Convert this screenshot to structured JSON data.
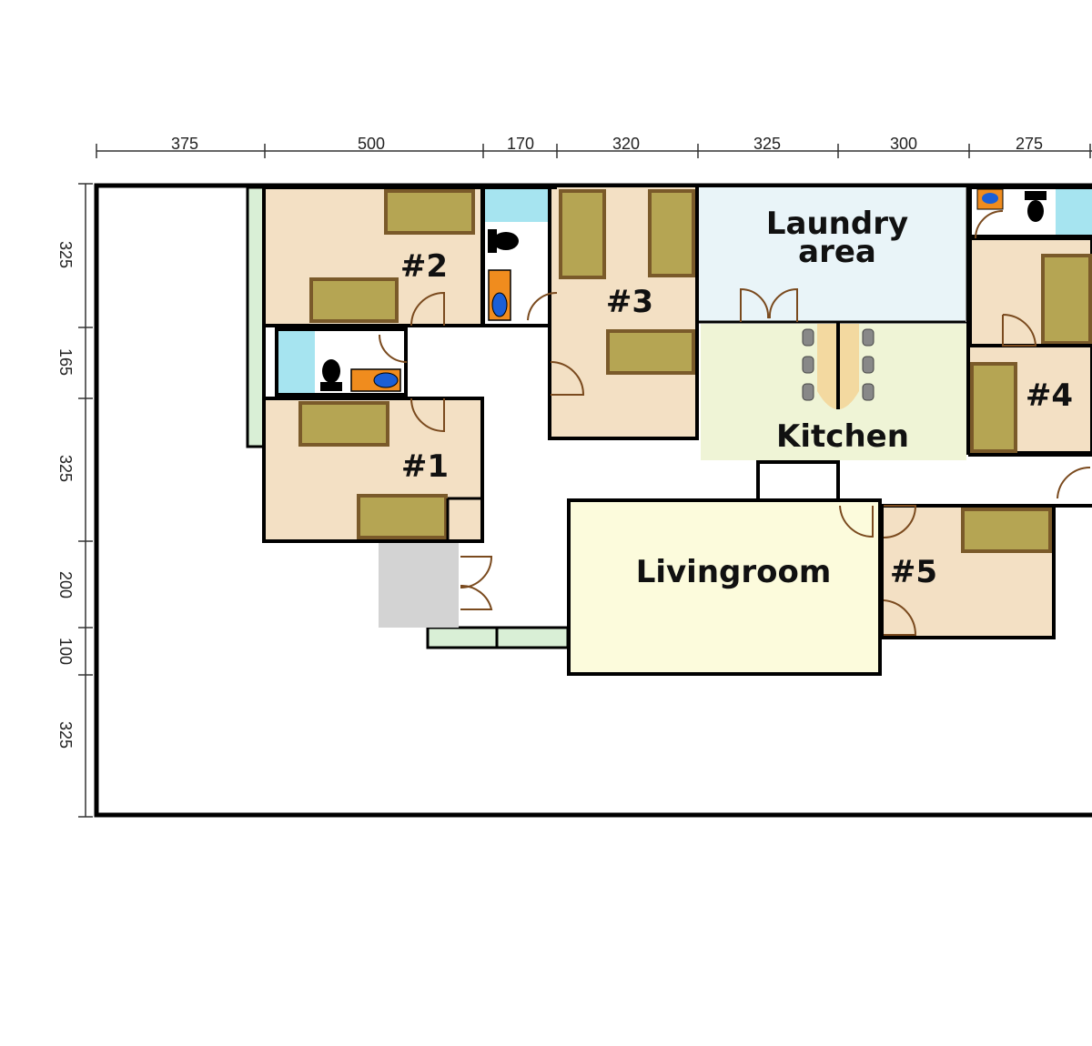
{
  "top_dimensions": [
    "375",
    "500",
    "170",
    "320",
    "325",
    "300",
    "275"
  ],
  "left_dimensions": [
    "325",
    "165",
    "325",
    "200",
    "100",
    "325"
  ],
  "rooms": {
    "room1": "#1",
    "room2": "#2",
    "room3": "#3",
    "room4": "#4",
    "room5": "#5",
    "laundry_line1": "Laundry",
    "laundry_line2": "area",
    "kitchen": "Kitchen",
    "livingroom": "Livingroom"
  },
  "colors": {
    "bedroom": "#f3e0c4",
    "bed": "#b5a553",
    "bed_border": "#7a5a2a",
    "laundry": "#e9f4f8",
    "kitchen": "#eff4d6",
    "livingroom": "#fcfbdc",
    "bath_water": "#a6e4f0",
    "tub": "#f08c1e",
    "tub_basin": "#1b5fd6",
    "balcony": "#d9efd6",
    "entry": "#d3d3d3",
    "table": "#f3d9a0",
    "wall": "#000000",
    "door": "#7a4a1e"
  }
}
